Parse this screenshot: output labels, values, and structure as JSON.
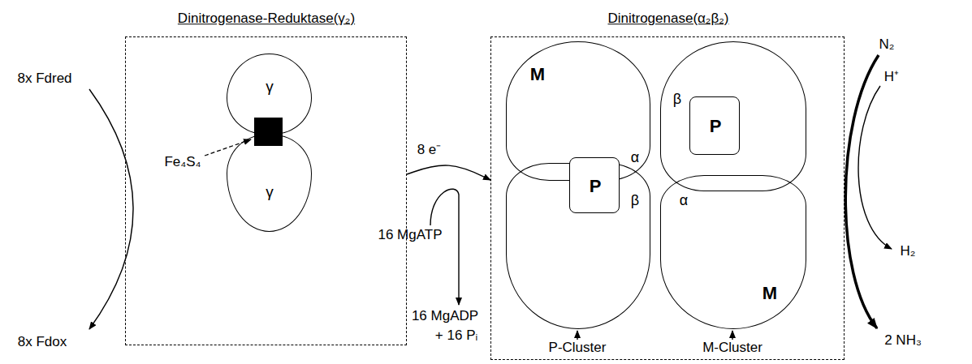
{
  "diagram": {
    "nodes": [
      {
        "text": [
          "Dinitrogenase-Reduktase(γ₂)"
        ]
      },
      {
        "text": [
          "γ"
        ],
        "in": 0
      },
      {
        "text": [
          "γ"
        ],
        "in": 0
      },
      {
        "text": [
          "Dinitrogenase(α₂β₂)"
        ]
      },
      {
        "text": [
          "M",
          "α"
        ],
        "in": 3
      },
      {
        "text": [
          "β"
        ],
        "in": 3
      },
      {
        "text": [
          "β"
        ],
        "in": 3
      },
      {
        "text": [
          "α",
          "M"
        ],
        "in": 3
      },
      {
        "text": [
          "P"
        ],
        "in": 3
      },
      {
        "text": [
          "P"
        ],
        "in": 3
      }
    ],
    "edges": [
      {
        "from": 0,
        "to": 3,
        "label": "8 e⁻",
        "arrow": "to"
      }
    ],
    "labels": [
      "8x Fdred",
      "8x Fdox",
      "Fe₄S₄",
      "16 MgATP",
      "16 MgADP",
      "+ 16 Pᵢ",
      "P-Cluster",
      "M-Cluster",
      "N₂",
      "H⁺",
      "H₂",
      "2 NH₃"
    ]
  }
}
